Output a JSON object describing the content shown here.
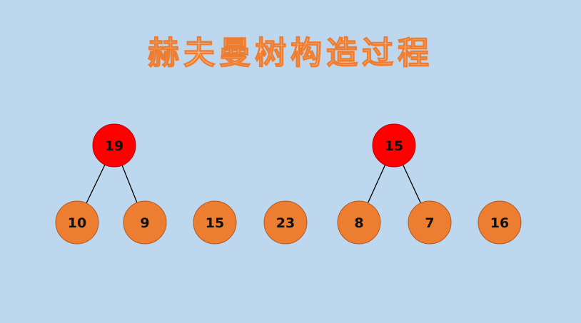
{
  "title": "赫夫曼树构造过程",
  "colors": {
    "background": "#bdd7ee",
    "leaf_fill": "#ed7d31",
    "leaf_stroke": "#b35a1f",
    "merged_fill": "#ff0000",
    "merged_stroke": "#c00000",
    "edge": "#000000"
  },
  "nodes": [
    {
      "id": "n10",
      "value": "10",
      "kind": "leaf"
    },
    {
      "id": "n9",
      "value": "9",
      "kind": "leaf"
    },
    {
      "id": "n15a",
      "value": "15",
      "kind": "leaf"
    },
    {
      "id": "n23",
      "value": "23",
      "kind": "leaf"
    },
    {
      "id": "n8",
      "value": "8",
      "kind": "leaf"
    },
    {
      "id": "n7",
      "value": "7",
      "kind": "leaf"
    },
    {
      "id": "n16",
      "value": "16",
      "kind": "leaf"
    },
    {
      "id": "n19",
      "value": "19",
      "kind": "merged"
    },
    {
      "id": "n15b",
      "value": "15",
      "kind": "merged"
    }
  ],
  "edges": [
    {
      "from": "n19",
      "to": "n10"
    },
    {
      "from": "n19",
      "to": "n9"
    },
    {
      "from": "n15b",
      "to": "n8"
    },
    {
      "from": "n15b",
      "to": "n7"
    }
  ]
}
